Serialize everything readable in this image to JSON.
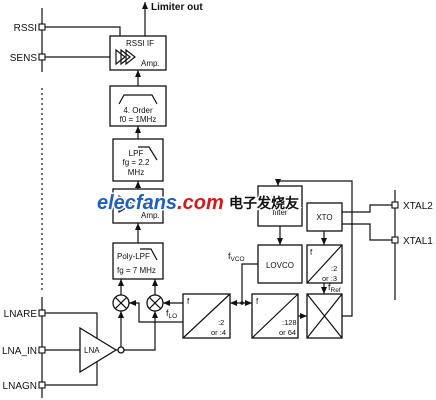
{
  "output": {
    "limiter_out": "Limiter out"
  },
  "pins": {
    "rssi": "RSSI",
    "sens": "SENS",
    "lnare": "LNARE",
    "lna_in": "LNA_IN",
    "lnagn": "LNAGN",
    "xtal2": "XTAL2",
    "xtal1": "XTAL1"
  },
  "blocks": {
    "rssi_if_amp": {
      "title": "RSSI IF",
      "subtitle": "Amp."
    },
    "bandpass": {
      "order": "4. Order",
      "center": "f0 = 1MHz"
    },
    "lpf": {
      "name": "LPF",
      "cutoff": "fg = 2.2",
      "unit": "MHz"
    },
    "amp": {
      "name": "Amp."
    },
    "poly_lpf": {
      "name": "Poly-LPF",
      "cutoff": "fg = 7 MHz"
    },
    "lna": {
      "name": "LNA"
    },
    "lo_divider": {
      "input": "f",
      "ratio": ":2",
      "alt_ratio": "or :4"
    },
    "feedback_divider": {
      "input": "f",
      "ratio": ":128",
      "alt_ratio": "or 64"
    },
    "ref_divider": {
      "input": "f",
      "ratio": ":2",
      "alt_ratio": "or :3"
    },
    "vco": {
      "name": "LOVCO"
    },
    "loop_filter": {
      "line1": "Loop",
      "line2": "filter"
    },
    "xto": {
      "name": "XTO"
    }
  },
  "signals": {
    "f_lo": {
      "symbol": "f",
      "subscript": "LO"
    },
    "f_vco": {
      "symbol": "f",
      "subscript": "VCO"
    },
    "f_ref": {
      "symbol": "f",
      "subscript": "Ref"
    }
  },
  "watermark": {
    "brand": "elecfans",
    "domain": ".com",
    "chinese": "电子发烧友"
  },
  "colors": {
    "line": "#111111",
    "background": "#ffffff",
    "watermark_blue": "#1f5fbf",
    "watermark_red": "#d7191c",
    "watermark_cn": "#b22222"
  }
}
